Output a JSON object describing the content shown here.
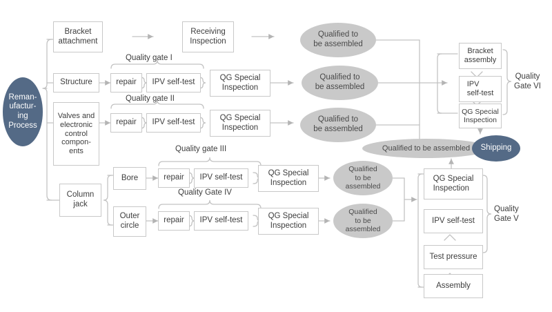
{
  "diagram": {
    "title": "Remanufacturing Process Quality Gate Flowchart",
    "colors": {
      "accent_blue": "#546a86",
      "ellipse_grey": "#c9c9c9",
      "box_border": "#c8c8c8",
      "connector": "#bdbdbd",
      "text": "#3d3d3d"
    }
  },
  "start": {
    "label": "Reman-\nufactur-\ning\nProcess",
    "lines": [
      "Reman-",
      "ufactur-",
      "ing",
      "Process"
    ]
  },
  "end": {
    "label": "Shipping"
  },
  "streams": [
    {
      "id": "bracket",
      "source": "Bracket attachment",
      "source_lines": [
        "Bracket",
        "attachment"
      ],
      "steps": [
        "Receiving Inspection"
      ],
      "result": "Qualified to be assembled",
      "result_lines": [
        "Qualified to",
        "be assembled"
      ]
    },
    {
      "id": "structure",
      "source": "Structure",
      "source_lines": [
        "Structure"
      ],
      "gate_label": "Quality gate I",
      "steps": [
        "repair",
        "IPV self-test",
        "QG Special Inspection"
      ],
      "result": "Qualified to be assembled",
      "result_lines": [
        "Qualified to",
        "be assembled"
      ]
    },
    {
      "id": "valves",
      "source": "Valves and electronic control compon-ents",
      "source_lines": [
        "Valves and",
        "electronic",
        "control",
        "compon-",
        "ents"
      ],
      "gate_label": "Quality gate  II",
      "steps": [
        "repair",
        "IPV self-test",
        "QG Special Inspection"
      ],
      "result": "Qualified to be assembled",
      "result_lines": [
        "Qualified to",
        "be assembled"
      ]
    },
    {
      "id": "bore",
      "source": "Column jack",
      "source_lines": [
        "Column",
        "jack"
      ],
      "branch": "Bore",
      "branch_lines": [
        "Bore"
      ],
      "gate_label": "Quality gate  III",
      "steps": [
        "repair",
        "IPV self-test",
        "QG Special Inspection"
      ],
      "result": "Qualified to be assembled",
      "result_lines": [
        "Qualified",
        "to be",
        "assembled"
      ]
    },
    {
      "id": "outer",
      "branch": "Outer circle",
      "branch_lines": [
        "Outer",
        "circle"
      ],
      "gate_label": "Quality Gate IV",
      "steps": [
        "repair",
        "IPV self-test",
        "QG Special Inspection"
      ],
      "result": "Qualified to be assembled",
      "result_lines": [
        "Qualified",
        "to be",
        "assembled"
      ]
    }
  ],
  "gate_v": {
    "label": "Quality\nGate V",
    "label_lines": [
      "Quality",
      "Gate V"
    ],
    "steps": [
      {
        "lines": [
          "QG Special",
          "Inspection"
        ]
      },
      {
        "lines": [
          "IPV self-test"
        ]
      },
      {
        "lines": [
          "Test pressure"
        ]
      },
      {
        "lines": [
          "Assembly"
        ]
      }
    ],
    "output": "Qualified to be assembled"
  },
  "gate_vi": {
    "label": "Quality\nGate VI",
    "label_lines": [
      "Quality",
      "Gate VI"
    ],
    "steps": [
      {
        "lines": [
          "Bracket",
          "assembly"
        ]
      },
      {
        "lines": [
          "IPV",
          "self-test"
        ]
      },
      {
        "lines": [
          "QG Special",
          "Inspection"
        ]
      }
    ]
  },
  "nodes": {
    "bracket_attachment": {
      "lines": [
        "Bracket",
        "attachment"
      ]
    },
    "receiving_inspection": {
      "lines": [
        "Receiving",
        "Inspection"
      ]
    },
    "structure": {
      "lines": [
        "Structure"
      ]
    },
    "valves": {
      "lines": [
        "Valves and",
        "electronic",
        "control",
        "compon-",
        "ents"
      ]
    },
    "column_jack": {
      "lines": [
        "Column",
        "jack"
      ]
    },
    "bore": {
      "lines": [
        "Bore"
      ]
    },
    "outer_circle": {
      "lines": [
        "Outer",
        "circle"
      ]
    },
    "repair": {
      "lines": [
        "repair"
      ]
    },
    "ipv_self_test": {
      "lines": [
        "IPV self-test"
      ]
    },
    "qg_special_inspection": {
      "lines": [
        "QG Special",
        "Inspection"
      ]
    },
    "qualified_2": {
      "lines": [
        "Qualified to",
        "be assembled"
      ]
    },
    "qualified_3": {
      "lines": [
        "Qualified",
        "to be",
        "assembled"
      ]
    },
    "qualified_flat": {
      "lines": [
        "Qualified to be assembled"
      ]
    },
    "bracket_assembly": {
      "lines": [
        "Bracket",
        "assembly"
      ]
    },
    "ipv_short": {
      "lines": [
        "IPV",
        "self-test"
      ]
    },
    "test_pressure": {
      "lines": [
        "Test pressure"
      ]
    },
    "assembly": {
      "lines": [
        "Assembly"
      ]
    }
  },
  "gate_labels": {
    "g1": "Quality gate I",
    "g2": "Quality gate  II",
    "g3": "Quality gate  III",
    "g4": "Quality Gate IV",
    "g5_l1": "Quality",
    "g5_l2": "Gate V",
    "g6_l1": "Quality",
    "g6_l2": "Gate VI"
  }
}
